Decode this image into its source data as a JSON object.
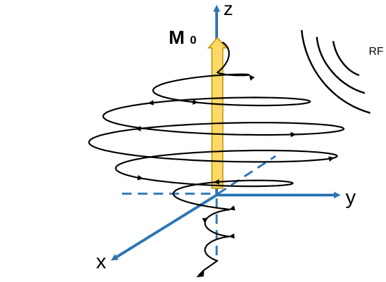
{
  "labels": {
    "z_axis": "z",
    "y_axis": "y",
    "x_axis": "x",
    "magnetization_main": "M",
    "magnetization_sub": "0",
    "rf": "RF"
  },
  "colors": {
    "axis": "#2e75b6",
    "vector_fill": "#ffd966",
    "vector_stroke": "#bf9000",
    "spiral": "#000000",
    "text": "#000000"
  }
}
